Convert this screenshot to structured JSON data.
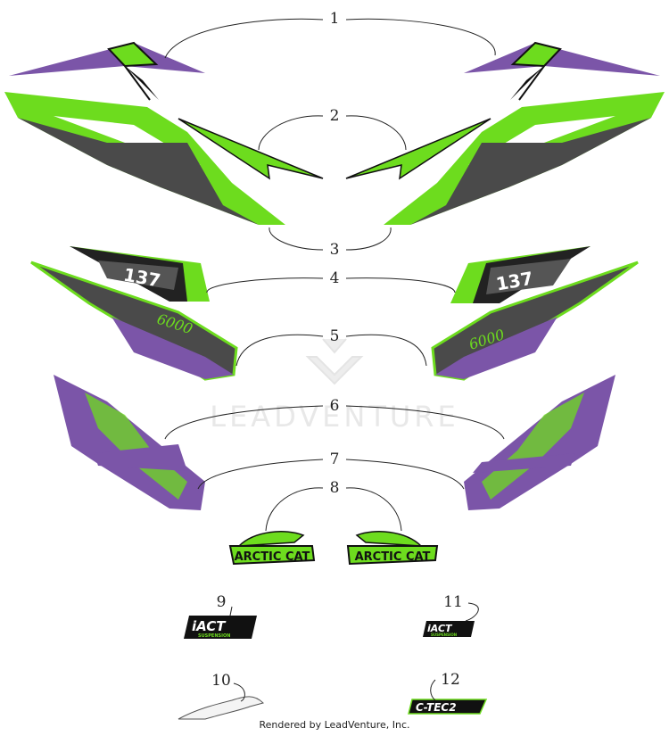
{
  "callouts": [
    "1",
    "2",
    "3",
    "4",
    "5",
    "6",
    "7",
    "8",
    "9",
    "10",
    "11",
    "12"
  ],
  "decals": {
    "tunnel_number": "137",
    "side_model": "6000",
    "brand_logo": "ARCTIC CAT",
    "iact_logo": "iACT",
    "iact_sub": "SUSPENSION",
    "ctec_logo": "C-TEC2"
  },
  "watermark": "LEADVENTURE",
  "footer": "Rendered by LeadVenture, Inc.",
  "colors": {
    "green": "#6ddc1e",
    "purple": "#7b55a8",
    "dark_gray": "#4a4a4a",
    "black": "#111111"
  }
}
